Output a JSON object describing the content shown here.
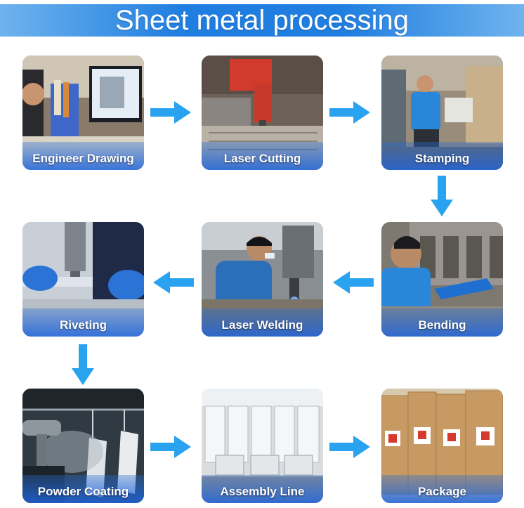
{
  "title": "Sheet metal processing",
  "colors": {
    "banner": "#1f7ee0",
    "arrow": "#29a3f0",
    "caption": "#ffffff"
  },
  "steps": [
    {
      "label": "Engineer Drawing"
    },
    {
      "label": "Laser Cutting"
    },
    {
      "label": "Stamping"
    },
    {
      "label": "Bending"
    },
    {
      "label": "Laser Welding"
    },
    {
      "label": "Riveting"
    },
    {
      "label": "Powder Coating"
    },
    {
      "label": "Assembly Line"
    },
    {
      "label": "Package"
    }
  ]
}
